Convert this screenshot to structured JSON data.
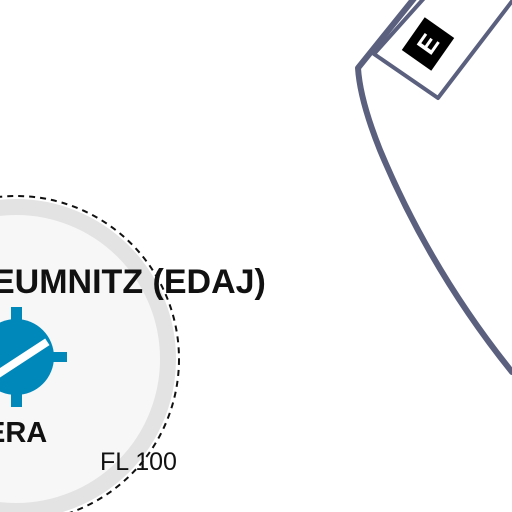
{
  "airport": {
    "name": "EUMNITZ (EDAJ)",
    "airspace_class": "ERA",
    "upper_limit": "FL 100",
    "symbol_color": "#0088bb"
  },
  "airspace_sector": {
    "badge_letter": "E",
    "border_color": "#5a607e"
  }
}
